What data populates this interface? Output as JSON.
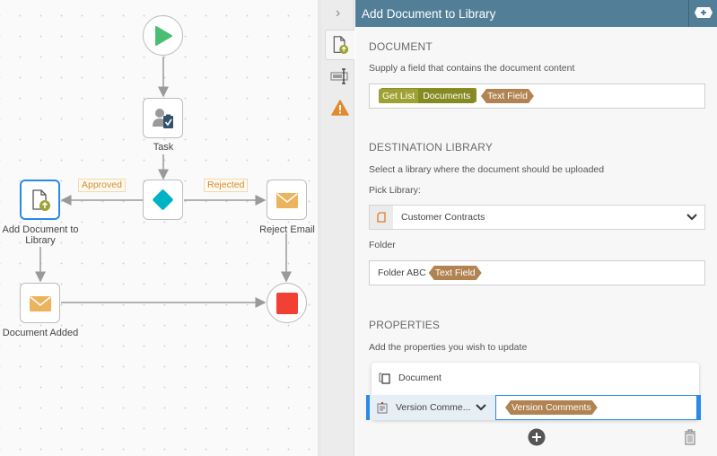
{
  "workflow": {
    "nodes": {
      "start": {
        "label": ""
      },
      "task": {
        "label": "Task"
      },
      "decision": {
        "label": ""
      },
      "add_document": {
        "label_line1": "Add Document to",
        "label_line2": "Library"
      },
      "reject_email": {
        "label": "Reject Email"
      },
      "document_added": {
        "label": "Document Added"
      },
      "end": {
        "label": ""
      }
    },
    "edge_labels": {
      "approved": "Approved",
      "rejected": "Rejected"
    },
    "colors": {
      "start": "#4cbe74",
      "decision": "#00b2c6",
      "email": "#ecb35d",
      "end": "#f04134",
      "selected": "#2a8ae6"
    }
  },
  "sidebar": {
    "tabs": [
      {
        "name": "document-tab",
        "icon": "document-upload-icon",
        "active": true
      },
      {
        "name": "fields-tab",
        "icon": "text-field-icon",
        "active": false
      },
      {
        "name": "warnings-tab",
        "icon": "warning-icon",
        "active": false
      }
    ]
  },
  "panel": {
    "title": "Add Document to Library",
    "header_color": "#527f97",
    "document": {
      "heading": "DOCUMENT",
      "description": "Supply a field that contains the document content",
      "token_source": "Get List",
      "token_value": "Documents",
      "token_type": "Text Field"
    },
    "destination": {
      "heading": "DESTINATION LIBRARY",
      "description": "Select a library where the document should be uploaded",
      "pick_label": "Pick Library:",
      "library_value": "Customer Contracts",
      "folder_label": "Folder",
      "folder_value": "Folder ABC",
      "folder_token": "Text Field"
    },
    "properties": {
      "heading": "PROPERTIES",
      "description": "Add the properties you wish to update",
      "options": [
        "Document"
      ],
      "selected_property": "Version Comme...",
      "property_value_token": "Version Comments"
    }
  }
}
